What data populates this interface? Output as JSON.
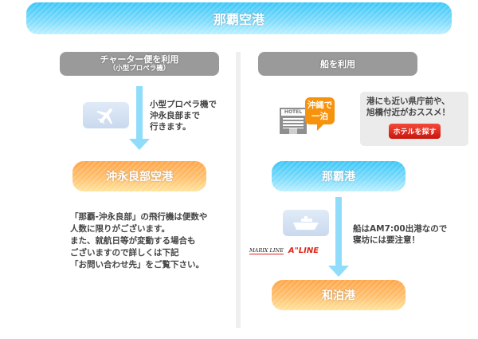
{
  "header": {
    "title": "那覇空港"
  },
  "left": {
    "heading": {
      "line1": "チャーター便を利用",
      "line2": "（小型プロペラ機）"
    },
    "icon": "airplane-icon",
    "route_note": [
      "小型プロペラ機で",
      "沖永良部まで",
      "行きます。"
    ],
    "destination": "沖永良部空港",
    "notice": [
      "「那覇-沖永良部」の飛行機は便数や",
      "人数に限りがございます。",
      "また、就航日等が変動する場合も",
      "ございますので詳しくは下記",
      "「お問い合わせ先」をご覧下さい。"
    ]
  },
  "right": {
    "heading": "船を利用",
    "hotel": {
      "icon": "hotel-building-icon",
      "sign_label": "HOTEL",
      "bubble": [
        "沖縄で",
        "一泊"
      ],
      "recommend": [
        "港にも近い県庁前や、",
        "旭橋付近がおススメ！"
      ],
      "button_label": "ホテルを探す"
    },
    "origin": "那覇港",
    "ship_icon": "ship-icon",
    "operators": [
      "MARIX LINE",
      "A\"LINE"
    ],
    "route_note": [
      "船はAM7:00出港なので",
      "寝坊には要注意！"
    ],
    "destination": "和泊港"
  },
  "colors": {
    "blue": "#3cc7f8",
    "orange": "#ffa64a",
    "gray_heading": "#9a9a9a",
    "arrow": "#8fdcfb",
    "button_red": "#e0261b",
    "bubble_orange": "#f7920c"
  }
}
